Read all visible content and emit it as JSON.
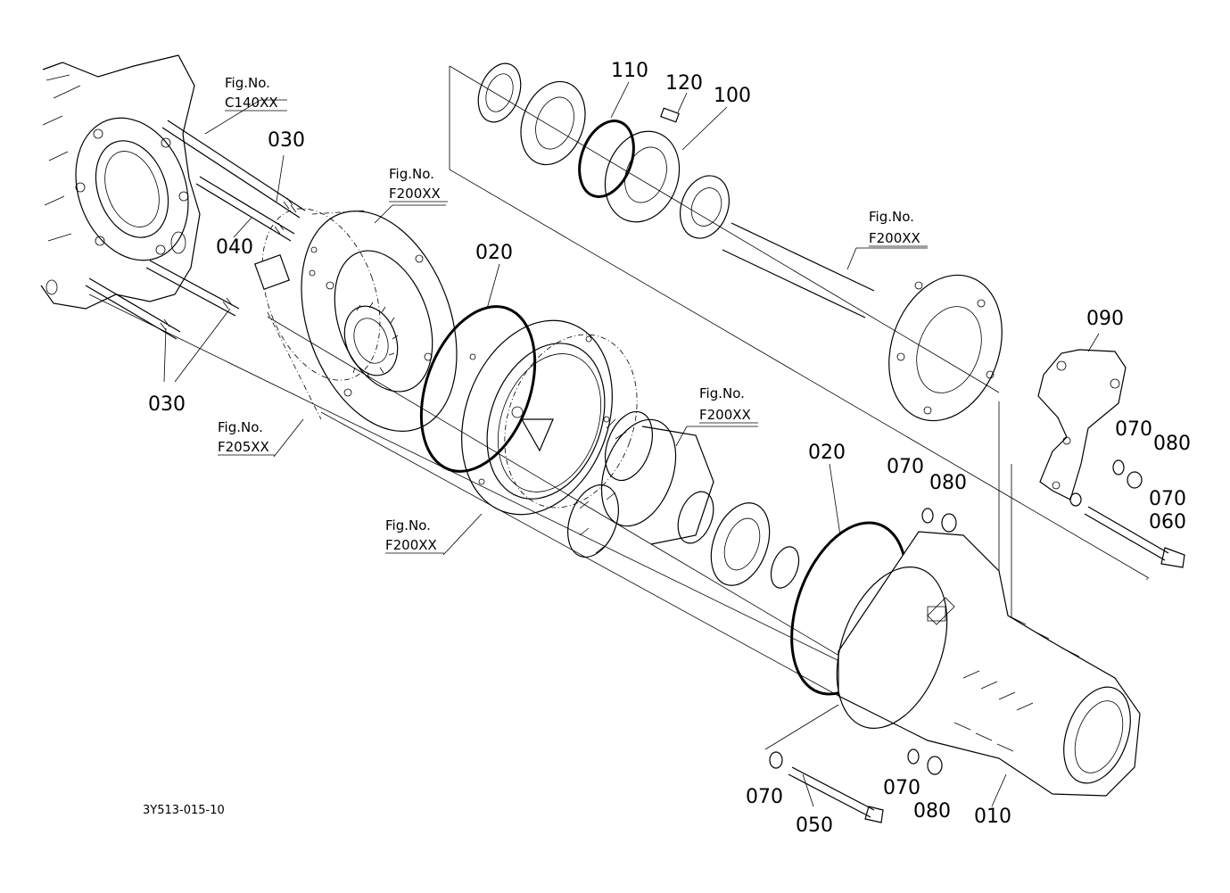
{
  "diagram": {
    "labels": {
      "p010": "010",
      "p020a": "020",
      "p020b": "020",
      "p030a": "030",
      "p030b": "030",
      "p040": "040",
      "p050": "050",
      "p060": "060",
      "p070a": "070",
      "p070b": "070",
      "p070c": "070",
      "p070d": "070",
      "p070e": "070",
      "p080a": "080",
      "p080b": "080",
      "p080c": "080",
      "p090": "090",
      "p100": "100",
      "p110": "110",
      "p120": "120"
    },
    "fig_refs": [
      {
        "prefix": "Fig.No.",
        "code": "C140XX"
      },
      {
        "prefix": "Fig.No.",
        "code": "F200XX"
      },
      {
        "prefix": "Fig.No.",
        "code": "F200XX"
      },
      {
        "prefix": "Fig.No.",
        "code": "F205XX"
      },
      {
        "prefix": "Fig.No.",
        "code": "F200XX"
      },
      {
        "prefix": "Fig.No.",
        "code": "F200XX"
      }
    ],
    "drawing_code": "3Y513-015-10"
  }
}
